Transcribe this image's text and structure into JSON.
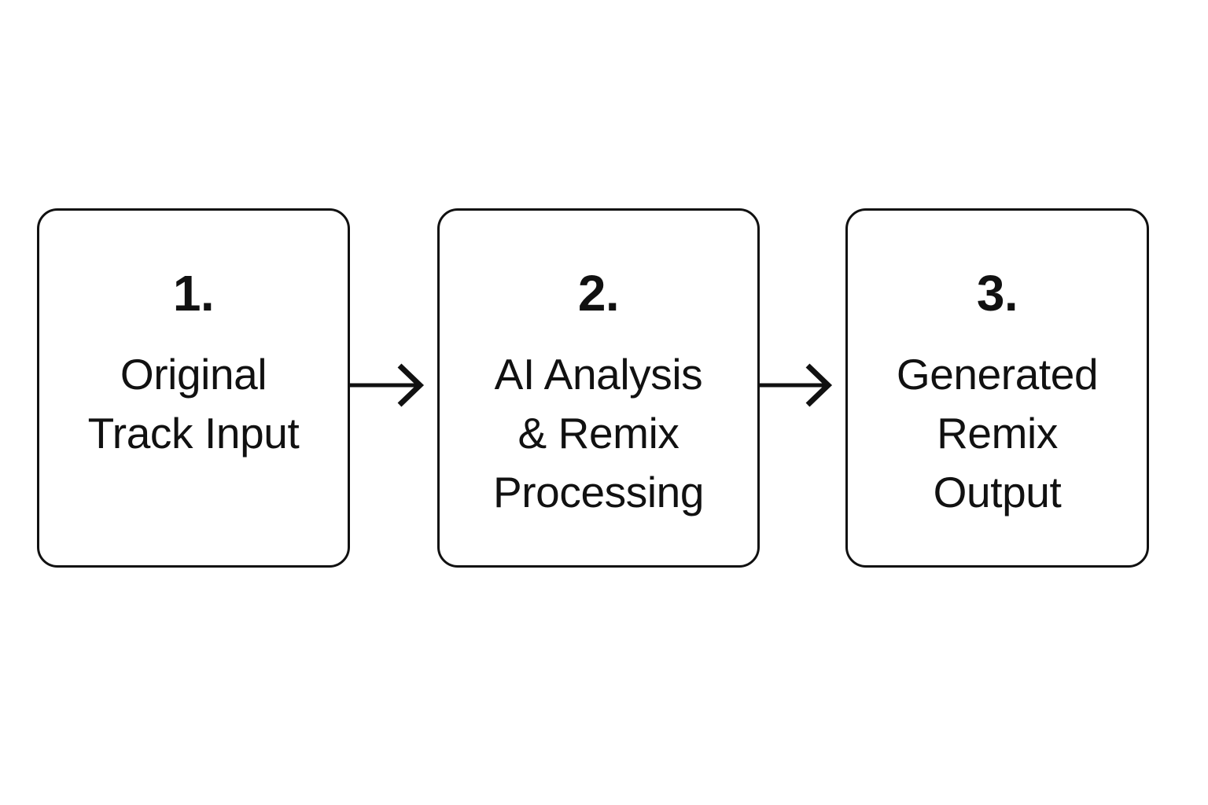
{
  "diagram": {
    "type": "flowchart",
    "orientation": "horizontal",
    "background_color": "#ffffff",
    "stroke_color": "#111111",
    "text_color": "#111111",
    "steps": [
      {
        "number": "1.",
        "label_lines": [
          "Original",
          "Track Input"
        ],
        "full_label": "Original Track Input"
      },
      {
        "number": "2.",
        "label_lines": [
          "AI Analysis",
          "& Remix",
          "Processing"
        ],
        "full_label": "AI Analysis & Remix Processing"
      },
      {
        "number": "3.",
        "label_lines": [
          "Generated",
          "Remix",
          "Output"
        ],
        "full_label": "Generated Remix Output"
      }
    ],
    "connectors": [
      {
        "from": "1.",
        "to": "2.",
        "kind": "arrow-right"
      },
      {
        "from": "2.",
        "to": "3.",
        "kind": "arrow-right"
      }
    ]
  }
}
